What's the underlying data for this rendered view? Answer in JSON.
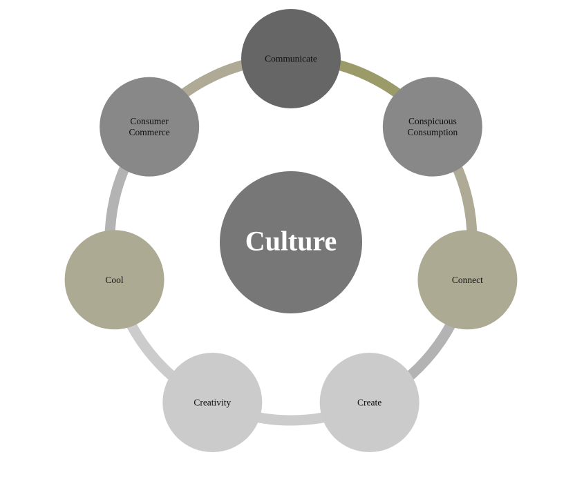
{
  "center": {
    "label": "Culture",
    "color": "#777777"
  },
  "nodes": [
    {
      "id": "communicate",
      "lines": [
        "Communicate"
      ],
      "color": "#666666",
      "text_color": "#111111"
    },
    {
      "id": "conspicuous-consumption",
      "lines": [
        "Conspicuous",
        "Consumption"
      ],
      "color": "#888888",
      "text_color": "#111111"
    },
    {
      "id": "connect",
      "lines": [
        "Connect"
      ],
      "color": "#adaa94",
      "text_color": "#111111"
    },
    {
      "id": "create",
      "lines": [
        "Create"
      ],
      "color": "#cbcbcb",
      "text_color": "#111111"
    },
    {
      "id": "creativity",
      "lines": [
        "Creativity"
      ],
      "color": "#cbcbcb",
      "text_color": "#111111"
    },
    {
      "id": "cool",
      "lines": [
        "Cool"
      ],
      "color": "#adaa94",
      "text_color": "#111111"
    },
    {
      "id": "consumer-commerce",
      "lines": [
        "Consumer",
        "Commerce"
      ],
      "color": "#888888",
      "text_color": "#111111"
    }
  ],
  "arcs": [
    {
      "from": "communicate",
      "to": "conspicuous-consumption",
      "color": "#9b9b6a"
    },
    {
      "from": "conspicuous-consumption",
      "to": "connect",
      "color": "#aeaa95"
    },
    {
      "from": "connect",
      "to": "create",
      "color": "#b3b3b3"
    },
    {
      "from": "create",
      "to": "creativity",
      "color": "#cccccc"
    },
    {
      "from": "creativity",
      "to": "cool",
      "color": "#cccccc"
    },
    {
      "from": "cool",
      "to": "consumer-commerce",
      "color": "#b3b3b3"
    },
    {
      "from": "consumer-commerce",
      "to": "communicate",
      "color": "#aeaa95"
    }
  ]
}
